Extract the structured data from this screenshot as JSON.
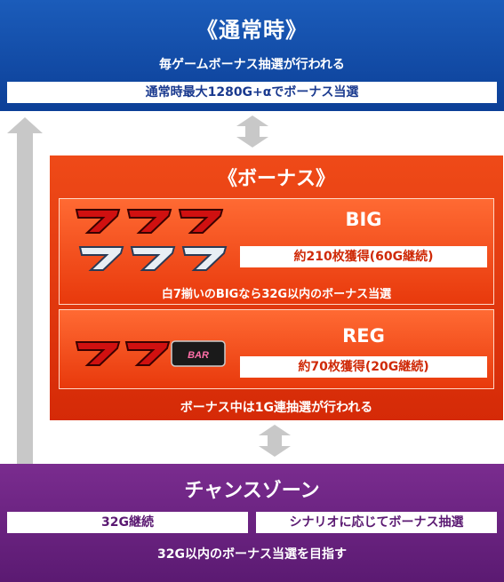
{
  "normal": {
    "title": "《通常時》",
    "subtitle": "毎ゲームボーナス抽選が行われる",
    "box": "通常時最大1280G+αでボーナス当選"
  },
  "bonus": {
    "title": "《ボーナス》",
    "big": {
      "label": "BIG",
      "payout": "約210枚獲得(60G継続)",
      "note": "白7揃いのBIGなら32G以内のボーナス当選"
    },
    "reg": {
      "label": "REG",
      "payout": "約70枚獲得(20G継続)",
      "bar_text": "BAR"
    },
    "note": "ボーナス中は1G連抽選が行われる"
  },
  "chance_zone": {
    "title": "チャンスゾーン",
    "box_left": "32G継続",
    "box_right": "シナリオに応じてボーナス抽選",
    "note": "32G以内のボーナス当選を目指す"
  },
  "colors": {
    "normal_blue": "#0c3f97",
    "bonus_orange": "#e3360c",
    "chance_purple": "#5b1a72",
    "red_seven": "#d01010",
    "white_seven": "#e8eef4",
    "arrow_grey": "#c8c8c8"
  }
}
